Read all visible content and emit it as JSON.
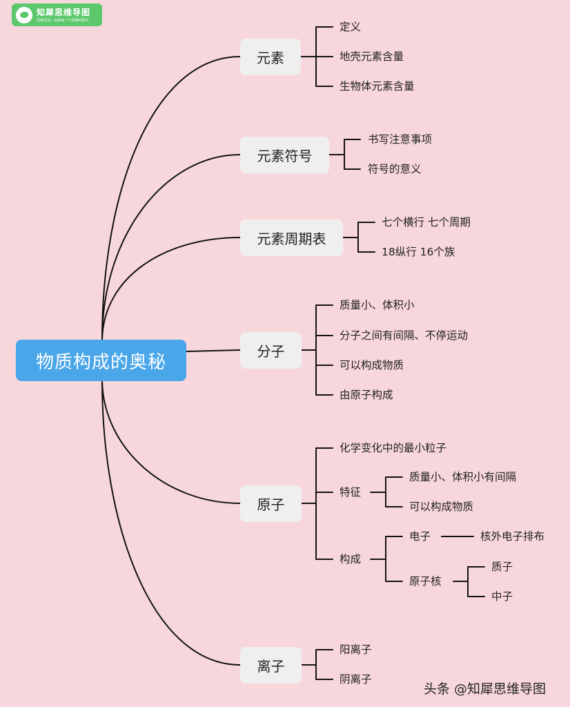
{
  "logo": {
    "title": "知犀思维导图",
    "subtitle": "思维在流，创意每一个思维的瞬间"
  },
  "root": {
    "label": "物质构成的奥秘"
  },
  "branches": [
    {
      "label": "元素",
      "children": [
        {
          "label": "定义"
        },
        {
          "label": "地壳元素含量"
        },
        {
          "label": "生物体元素含量"
        }
      ]
    },
    {
      "label": "元素符号",
      "children": [
        {
          "label": "书写注意事项"
        },
        {
          "label": "符号的意义"
        }
      ]
    },
    {
      "label": "元素周期表",
      "children": [
        {
          "label": "七个横行 七个周期"
        },
        {
          "label": "18纵行 16个族"
        }
      ]
    },
    {
      "label": "分子",
      "children": [
        {
          "label": "质量小、体积小"
        },
        {
          "label": "分子之间有间隔、不停运动"
        },
        {
          "label": "可以构成物质"
        },
        {
          "label": "由原子构成"
        }
      ]
    },
    {
      "label": "原子",
      "children": [
        {
          "label": "化学变化中的最小粒子"
        },
        {
          "label": "特征",
          "children": [
            {
              "label": "质量小、体积小有间隔"
            },
            {
              "label": "可以构成物质"
            }
          ]
        },
        {
          "label": "构成",
          "children": [
            {
              "label": "电子",
              "children": [
                {
                  "label": "核外电子排布"
                }
              ]
            },
            {
              "label": "原子核",
              "children": [
                {
                  "label": "质子"
                },
                {
                  "label": "中子"
                }
              ]
            }
          ]
        }
      ]
    },
    {
      "label": "离子",
      "children": [
        {
          "label": "阳离子"
        },
        {
          "label": "阴离子"
        }
      ]
    }
  ],
  "watermark": "头条 @知犀思维导图"
}
